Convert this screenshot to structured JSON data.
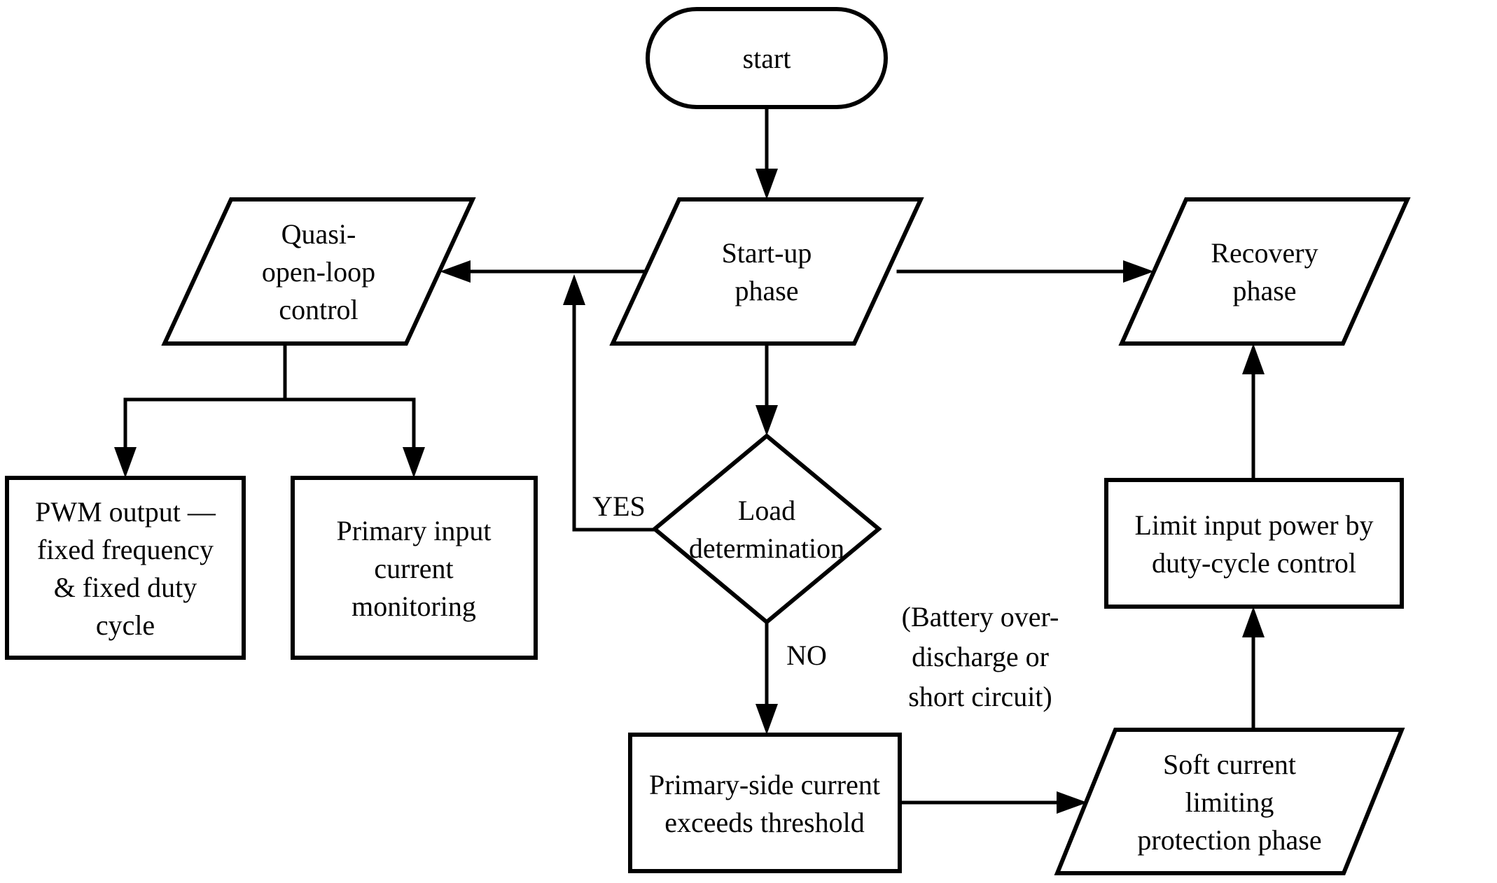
{
  "diagram": {
    "title": "Start-up control flowchart",
    "background": "#ffffff",
    "stroke_color": "#000000",
    "text_color": "#000000"
  },
  "nodes": {
    "start": {
      "type": "terminator",
      "lines": [
        "start"
      ]
    },
    "startup_phase": {
      "type": "parallelogram",
      "lines": [
        "Start-up",
        "phase"
      ]
    },
    "quasi_open_loop": {
      "type": "parallelogram",
      "lines": [
        "Quasi-",
        "open-loop",
        "control"
      ]
    },
    "recovery_phase": {
      "type": "parallelogram",
      "lines": [
        "Recovery",
        "phase"
      ]
    },
    "pwm_output": {
      "type": "process",
      "lines": [
        "PWM output —",
        "fixed frequency",
        "& fixed duty",
        "cycle"
      ]
    },
    "primary_input_monitoring": {
      "type": "process",
      "lines": [
        "Primary input",
        "current",
        "monitoring"
      ]
    },
    "load_determination": {
      "type": "decision",
      "lines": [
        "Load",
        "determination"
      ]
    },
    "primary_side_current": {
      "type": "process",
      "lines": [
        "Primary-side current",
        "exceeds threshold"
      ]
    },
    "soft_current_limiting": {
      "type": "parallelogram",
      "lines": [
        "Soft current",
        "limiting",
        "protection phase"
      ]
    },
    "limit_input_power": {
      "type": "process",
      "lines": [
        "Limit input power by",
        "duty-cycle control"
      ]
    }
  },
  "edge_labels": {
    "yes": "YES",
    "no": "NO"
  },
  "annotation": {
    "lines": [
      "(Battery over-",
      "discharge or",
      "short circuit)"
    ]
  }
}
